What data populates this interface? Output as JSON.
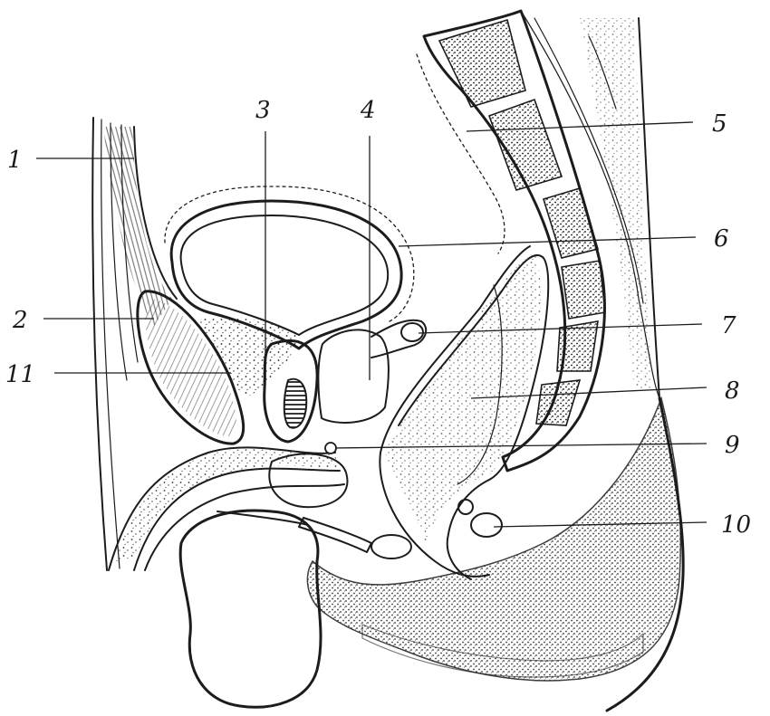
{
  "labels": [
    {
      "id": "1",
      "text": "1"
    },
    {
      "id": "2",
      "text": "2"
    },
    {
      "id": "3",
      "text": "3"
    },
    {
      "id": "4",
      "text": "4"
    },
    {
      "id": "5",
      "text": "5"
    },
    {
      "id": "6",
      "text": "6"
    },
    {
      "id": "7",
      "text": "7"
    },
    {
      "id": "8",
      "text": "8"
    },
    {
      "id": "9",
      "text": "9"
    },
    {
      "id": "10",
      "text": "10"
    },
    {
      "id": "11",
      "text": "11"
    }
  ],
  "colors": {
    "ink": "#1c1c1c",
    "paper": "#ffffff"
  }
}
